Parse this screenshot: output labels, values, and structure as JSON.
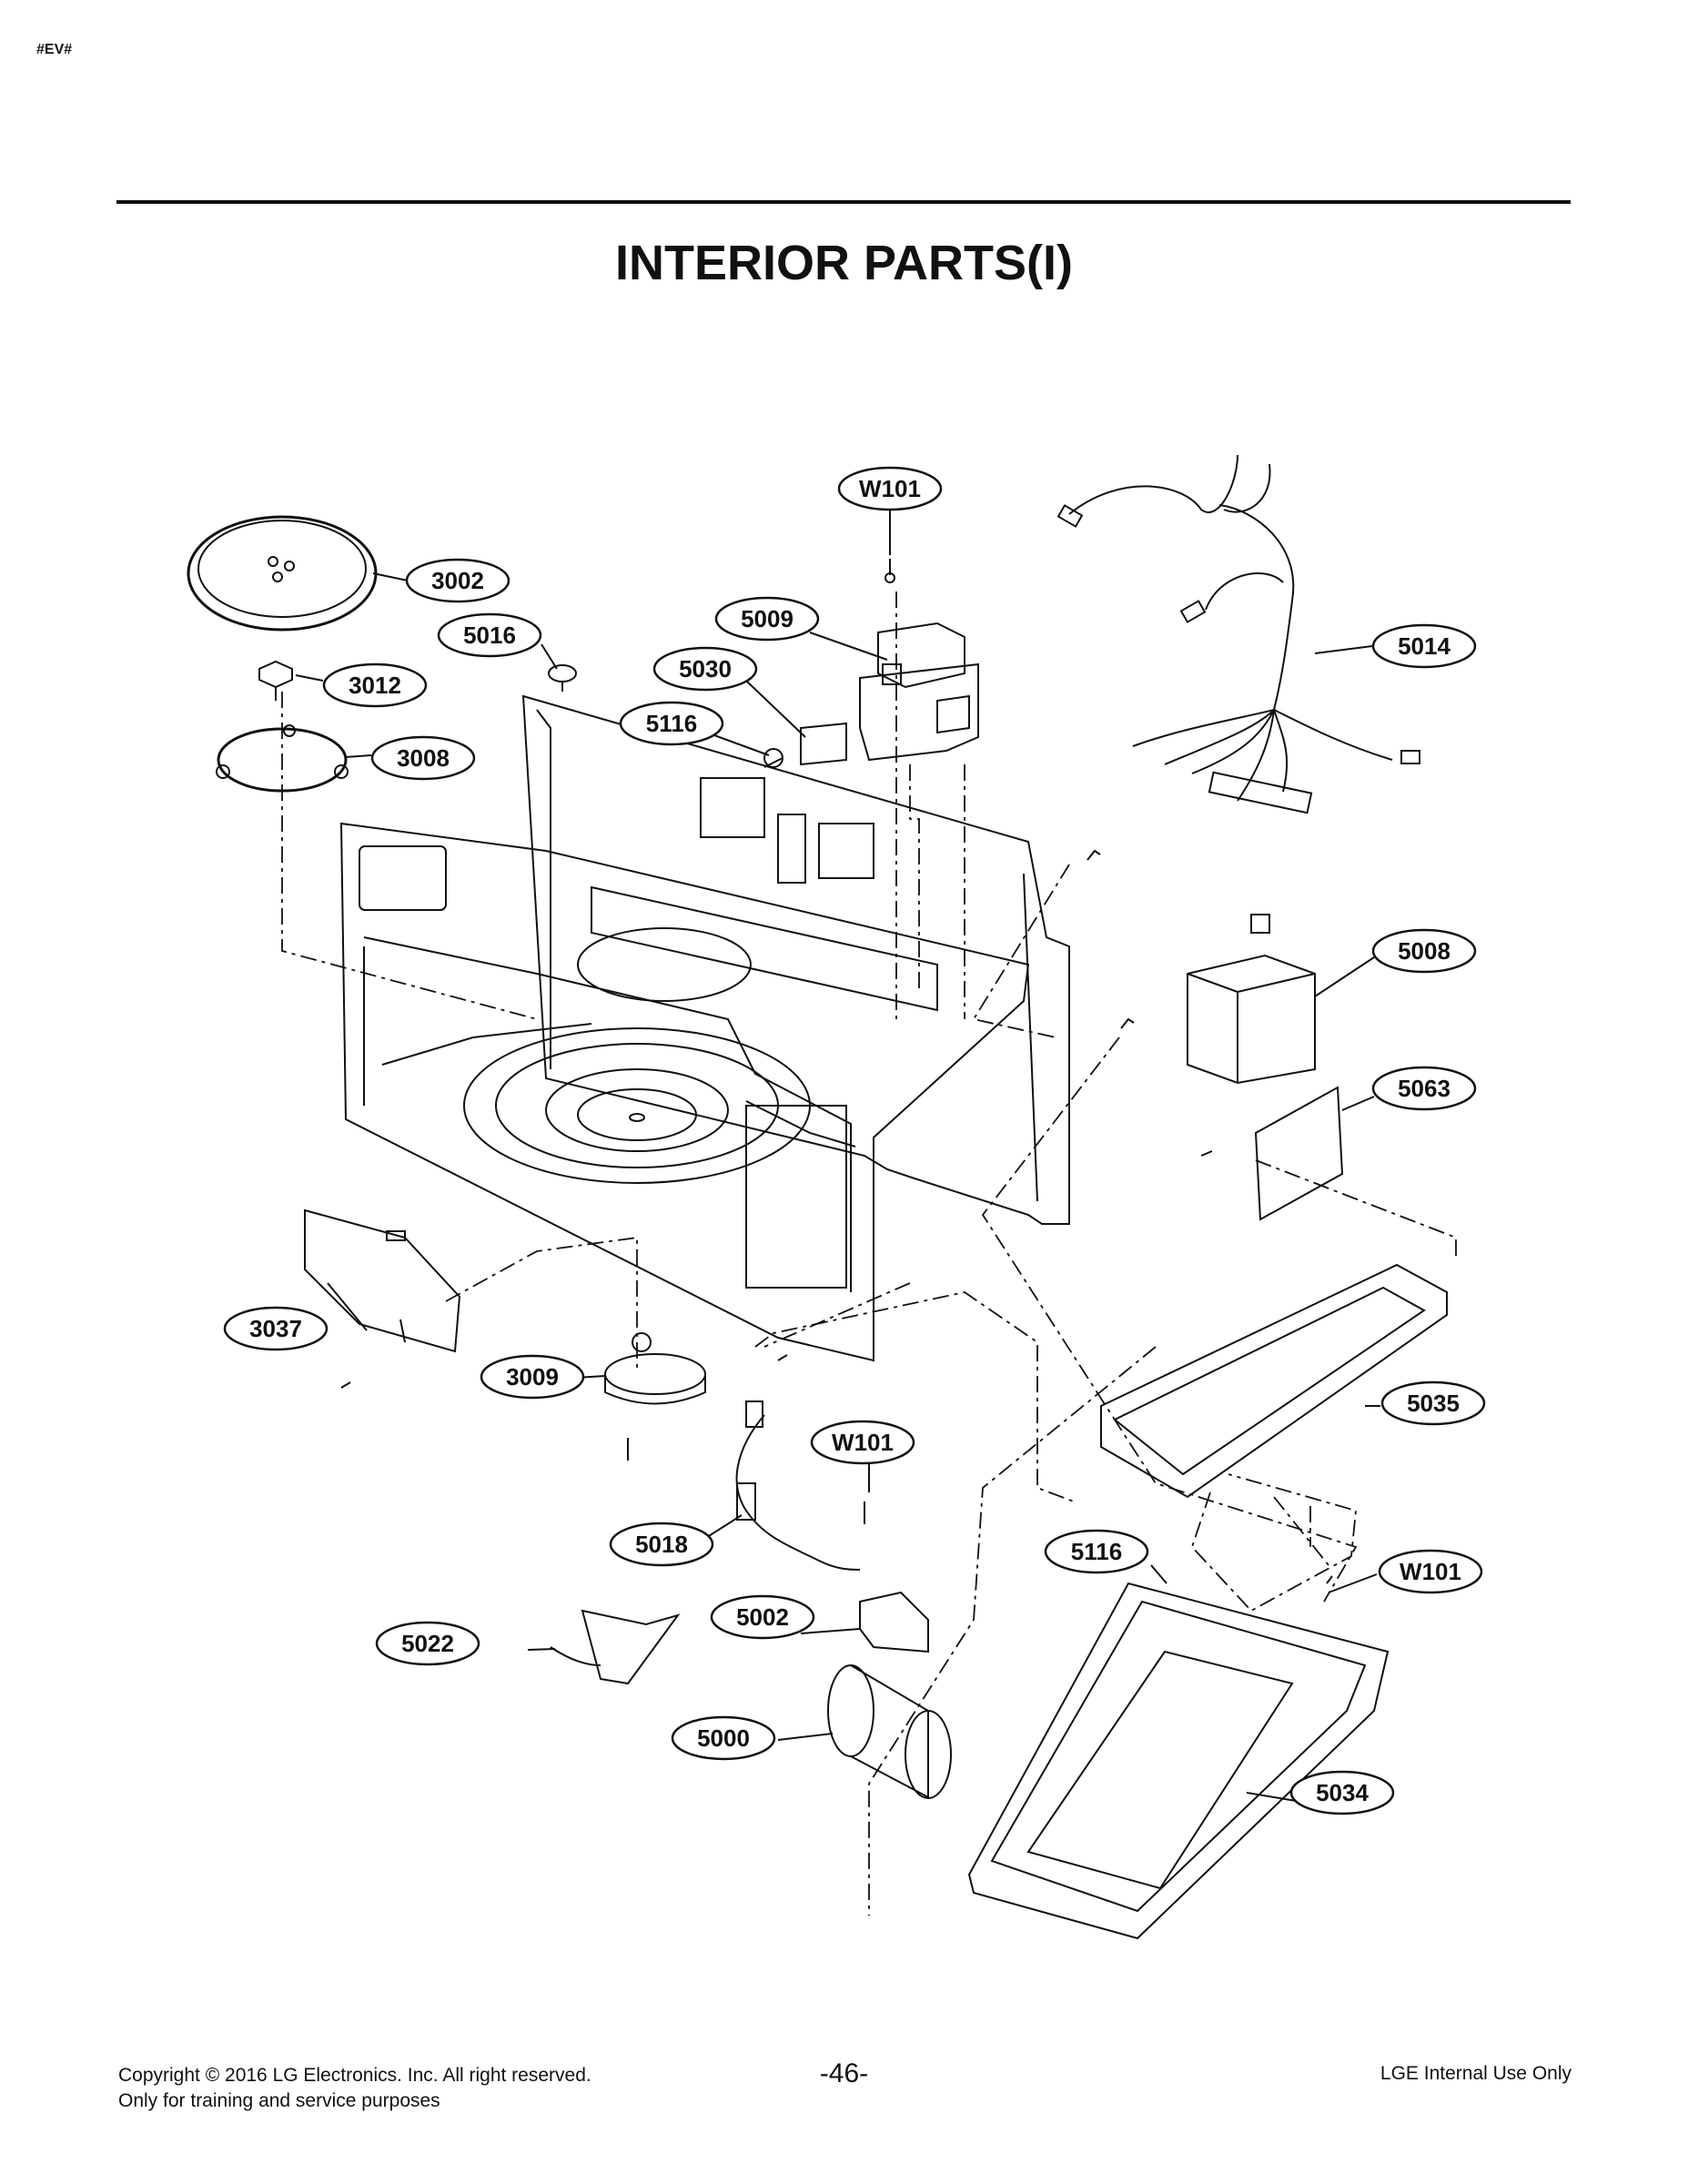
{
  "page_tag": "#EV#",
  "title": "INTERIOR PARTS(I)",
  "callouts": [
    {
      "id": "W101-top",
      "label": "W101"
    },
    {
      "id": "3002",
      "label": "3002"
    },
    {
      "id": "5016",
      "label": "5016"
    },
    {
      "id": "3012",
      "label": "3012"
    },
    {
      "id": "3008",
      "label": "3008"
    },
    {
      "id": "5009",
      "label": "5009"
    },
    {
      "id": "5030",
      "label": "5030"
    },
    {
      "id": "5116-top",
      "label": "5116"
    },
    {
      "id": "5014",
      "label": "5014"
    },
    {
      "id": "5008",
      "label": "5008"
    },
    {
      "id": "5063",
      "label": "5063"
    },
    {
      "id": "3037",
      "label": "3037"
    },
    {
      "id": "3009",
      "label": "3009"
    },
    {
      "id": "W101-mid",
      "label": "W101"
    },
    {
      "id": "5035",
      "label": "5035"
    },
    {
      "id": "5018",
      "label": "5018"
    },
    {
      "id": "5116-bottom",
      "label": "5116"
    },
    {
      "id": "W101-right",
      "label": "W101"
    },
    {
      "id": "5002",
      "label": "5002"
    },
    {
      "id": "5022",
      "label": "5022"
    },
    {
      "id": "5000",
      "label": "5000"
    },
    {
      "id": "5034",
      "label": "5034"
    }
  ],
  "footer": {
    "copyright": "Copyright © 2016 LG Electronics. Inc. All right reserved.",
    "training": "Only for training and service purposes",
    "page_number": "-46-",
    "internal": "LGE Internal Use Only"
  }
}
